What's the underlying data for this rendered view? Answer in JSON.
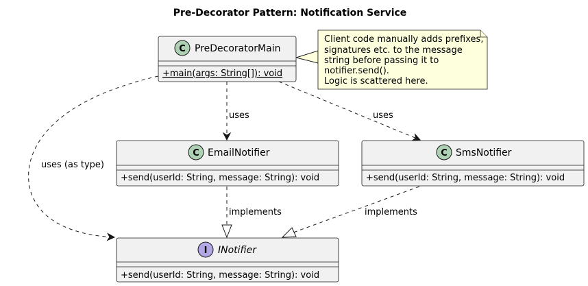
{
  "diagram": {
    "title": "Pre-Decorator Pattern: Notification Service",
    "colors": {
      "class_fill": "#F1F1F1",
      "class_stroke": "#181818",
      "class_badge": "#ADD1B2",
      "interface_badge": "#B4A7E5",
      "note_fill": "#FEFFDD",
      "note_stroke": "#181818"
    },
    "classes": {
      "pre_decorator_main": {
        "kind": "class",
        "badge": "C",
        "name": "PreDecoratorMain",
        "members": [
          "+main(args: String[]): void"
        ]
      },
      "email_notifier": {
        "kind": "class",
        "badge": "C",
        "name": "EmailNotifier",
        "members": [
          "+send(userId: String, message: String): void"
        ]
      },
      "sms_notifier": {
        "kind": "class",
        "badge": "C",
        "name": "SmsNotifier",
        "members": [
          "+send(userId: String, message: String): void"
        ]
      },
      "inotifier": {
        "kind": "interface",
        "badge": "I",
        "name": "INotifier",
        "members": [
          "+send(userId: String, message: String): void"
        ]
      }
    },
    "note": {
      "lines": [
        "Client code manually adds prefixes,",
        "signatures etc. to the message",
        "string before passing it to",
        "notifier.send().",
        "Logic is scattered here."
      ]
    },
    "relations": {
      "main_to_email": "uses",
      "main_to_sms": "uses",
      "main_to_inotifier": "uses (as type)",
      "email_to_inotifier": "implements",
      "sms_to_inotifier": "implements"
    }
  }
}
